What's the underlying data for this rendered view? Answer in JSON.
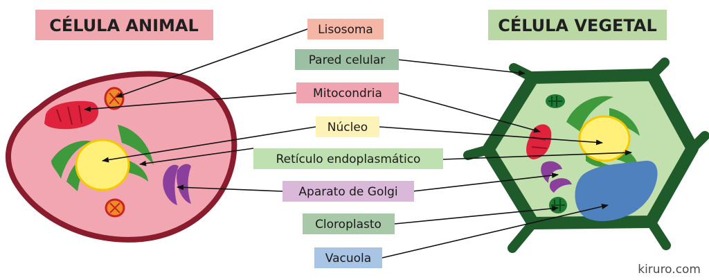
{
  "titles": {
    "animal": "CÉLULA ANIMAL",
    "vegetal": "CÉLULA VEGETAL"
  },
  "labels": {
    "lisosoma": "Lisosoma",
    "pared": "Pared celular",
    "mitocondria": "Mitocondria",
    "nucleo": "Núcleo",
    "reticulo": "Retículo endoplasmático",
    "golgi": "Aparato de Golgi",
    "cloroplasto": "Cloroplasto",
    "vacuola": "Vacuola"
  },
  "brand": "kiruro.com",
  "colors": {
    "animal_title_bg": "#f0a7ae",
    "vegetal_title_bg": "#b9d8a3",
    "lisosoma_bg": "#f5b6a6",
    "pared_bg": "#9dbfa3",
    "mitocondria_bg": "#f0a3b0",
    "nucleo_bg": "#fdf3b8",
    "reticulo_bg": "#bfe0b0",
    "golgi_bg": "#dab8da",
    "cloroplasto_bg": "#a8c9a8",
    "vacuola_bg": "#a9c5e6"
  }
}
